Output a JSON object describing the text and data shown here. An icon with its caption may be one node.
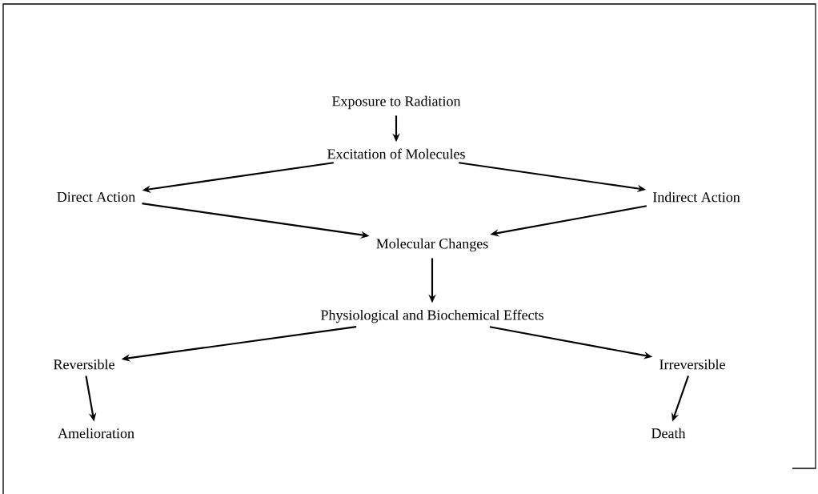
{
  "diagram": {
    "nodes": [
      {
        "text": [
          "Exposure to Radiation"
        ]
      },
      {
        "text": [
          "Excitation of Molecules"
        ]
      },
      {
        "text": [
          "Direct Action"
        ]
      },
      {
        "text": [
          "Indirect Action"
        ]
      },
      {
        "text": [
          "Molecular Changes"
        ]
      },
      {
        "text": [
          "Physiological and Biochemical Effects"
        ]
      },
      {
        "text": [
          "Reversible"
        ]
      },
      {
        "text": [
          "Irreversible"
        ]
      },
      {
        "text": [
          "Amelioration"
        ]
      },
      {
        "text": [
          "Death"
        ]
      }
    ],
    "edges": [
      {
        "from": 0,
        "to": 1,
        "arrow": "to"
      },
      {
        "from": 1,
        "to": 2,
        "arrow": "to"
      },
      {
        "from": 1,
        "to": 3,
        "arrow": "to"
      },
      {
        "from": 2,
        "to": 4,
        "arrow": "to"
      },
      {
        "from": 3,
        "to": 4,
        "arrow": "to"
      },
      {
        "from": 4,
        "to": 5,
        "arrow": "to"
      },
      {
        "from": 5,
        "to": 6,
        "arrow": "to"
      },
      {
        "from": 5,
        "to": 7,
        "arrow": "to"
      },
      {
        "from": 6,
        "to": 8,
        "arrow": "to"
      },
      {
        "from": 7,
        "to": 9,
        "arrow": "to"
      }
    ]
  }
}
